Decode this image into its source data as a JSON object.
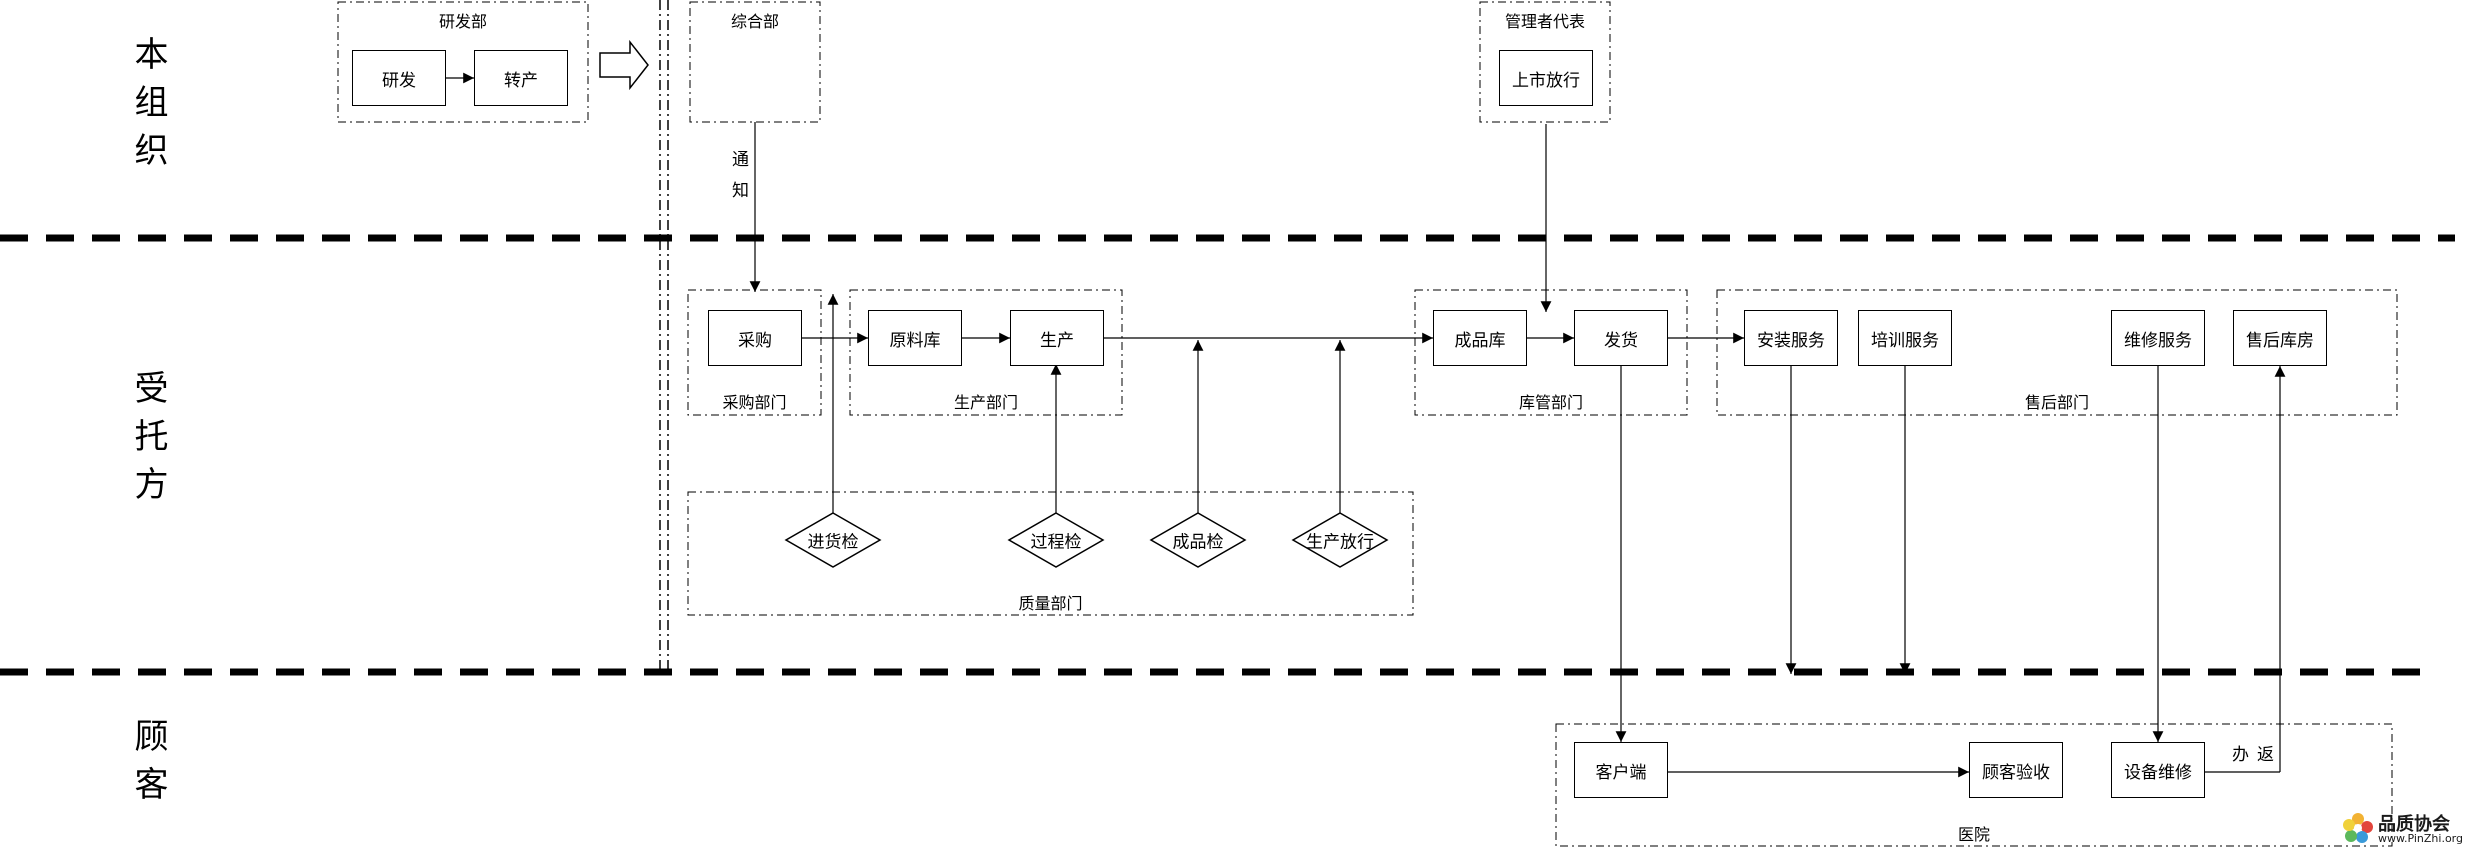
{
  "lanes": [
    "本组织",
    "受托方",
    "顾客"
  ],
  "groups": {
    "rnd_dept": "研发部",
    "general_dept": "综合部",
    "mgmt_rep": "管理者代表",
    "purchase_dept": "采购部门",
    "production_dept": "生产部门",
    "warehouse_dept": "库管部门",
    "aftersales_dept": "售后部门",
    "quality_dept": "质量部门",
    "hospital": "医院"
  },
  "nodes": {
    "rnd": "研发",
    "transfer": "转产",
    "release": "上市放行",
    "purchase": "采购",
    "raw_store": "原料库",
    "produce": "生产",
    "finished_store": "成品库",
    "ship": "发货",
    "install": "安装服务",
    "training": "培训服务",
    "repair": "维修服务",
    "spare_store": "售后库房",
    "client": "客户端",
    "acceptance": "顾客验收",
    "equip_repair": "设备维修"
  },
  "decisions": {
    "incoming_check": "进货检",
    "process_check": "过程检",
    "final_check": "成品检",
    "production_release": "生产放行"
  },
  "edge_labels": {
    "notify": "通知",
    "return": "办返"
  },
  "watermark": {
    "cn": "品质协会",
    "en": "www.PinZhi.org"
  }
}
